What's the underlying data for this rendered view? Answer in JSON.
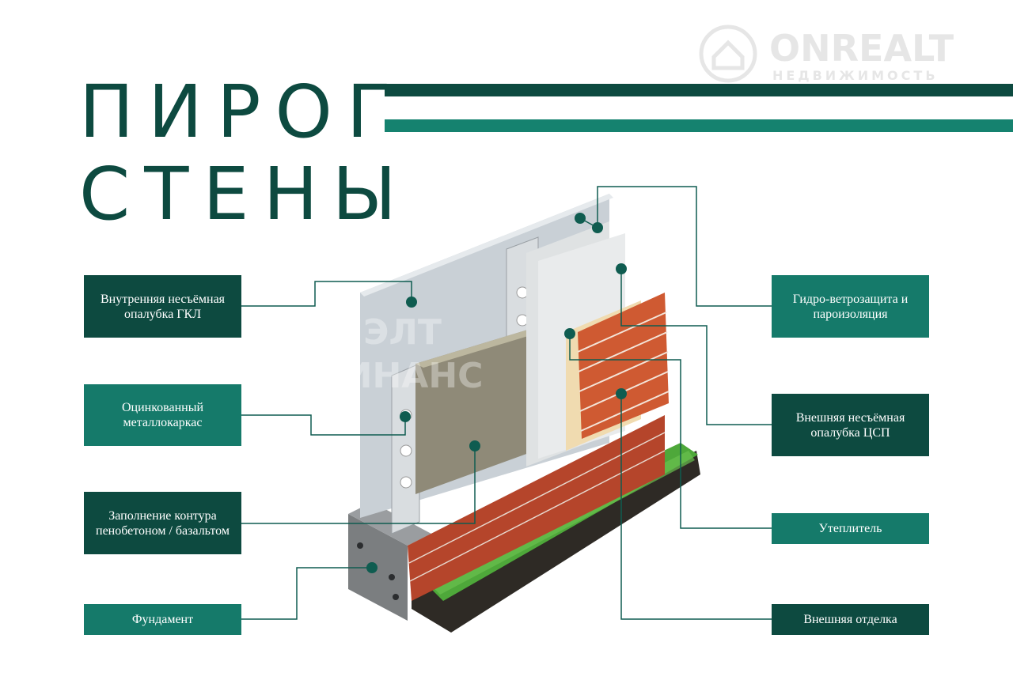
{
  "title": {
    "line1": "ПИРОГ",
    "line2": "СТЕНЫ"
  },
  "watermark": {
    "brand": "ONREALT",
    "sub": "НЕДВИЖИМОСТЬ",
    "center_line1": "РИЭЛТ",
    "center_line2": "ФИНАНС"
  },
  "labels": {
    "inner_gkl": "Внутренняя несъёмная опалубка ГКЛ",
    "metal_frame": "Оцинкованный металлокаркас",
    "fill": "Заполнение контура пенобетоном / базальтом",
    "foundation": "Фундамент",
    "membrane": "Гидро-ветрозащита и пароизоляция",
    "outer_csp": "Внешняя несъёмная опалубка ЦСП",
    "insulation": "Утеплитель",
    "finish": "Внешняя отделка"
  },
  "colors": {
    "dark_green": "#0d4a40",
    "teal": "#157a6a",
    "line": "#0f5c50",
    "brick": "#c1472a",
    "grass": "#3f9a2f"
  }
}
